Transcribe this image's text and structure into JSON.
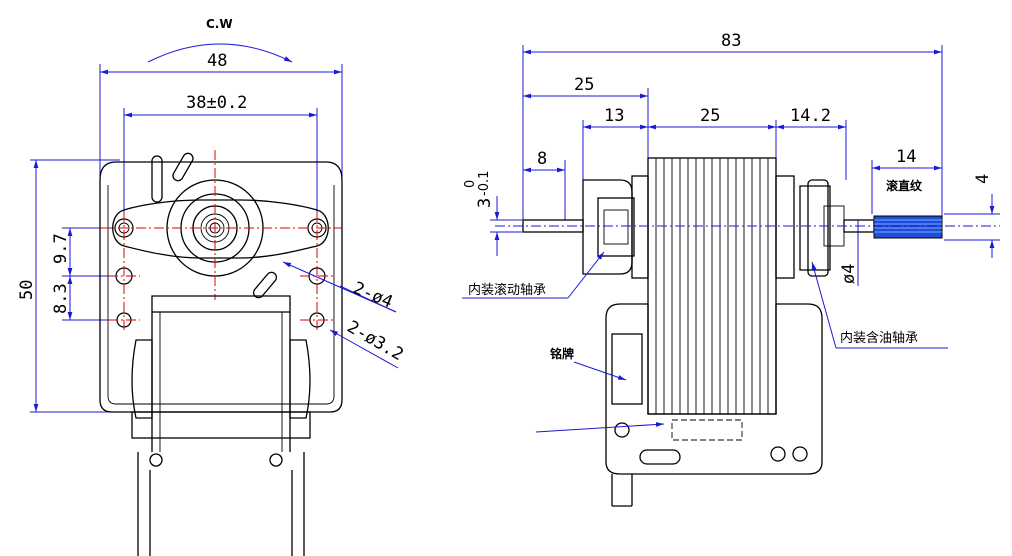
{
  "left_view": {
    "rotation": "C.W",
    "dims": {
      "width_48": "48",
      "span_38": "38±0.2",
      "height_50": "50",
      "off_9_7": "9.7",
      "off_8_3": "8.3",
      "holes_4": "2-ø4",
      "holes_3_2": "2-ø3.2"
    }
  },
  "right_view": {
    "dims": {
      "total_83": "83",
      "d_25_left": "25",
      "d_13": "13",
      "d_25_core": "25",
      "d_14_2": "14.2",
      "d_8": "8",
      "d_3": "3",
      "d_3_tol_upper": "0",
      "d_3_tol_lower": "-0.1",
      "d_14": "14",
      "d_4_flat": "4",
      "d_phi4": "ø4"
    },
    "labels": {
      "knurl": "滚直纹",
      "rolling_bearing": "内装滚动轴承",
      "oil_bearing": "内装含油轴承",
      "nameplate": "铭牌"
    }
  },
  "colors": {
    "outline": "#000000",
    "dimension": "#1a1ad6",
    "centerline": "#e00000",
    "knurl_fill": "#1f4fd8"
  }
}
